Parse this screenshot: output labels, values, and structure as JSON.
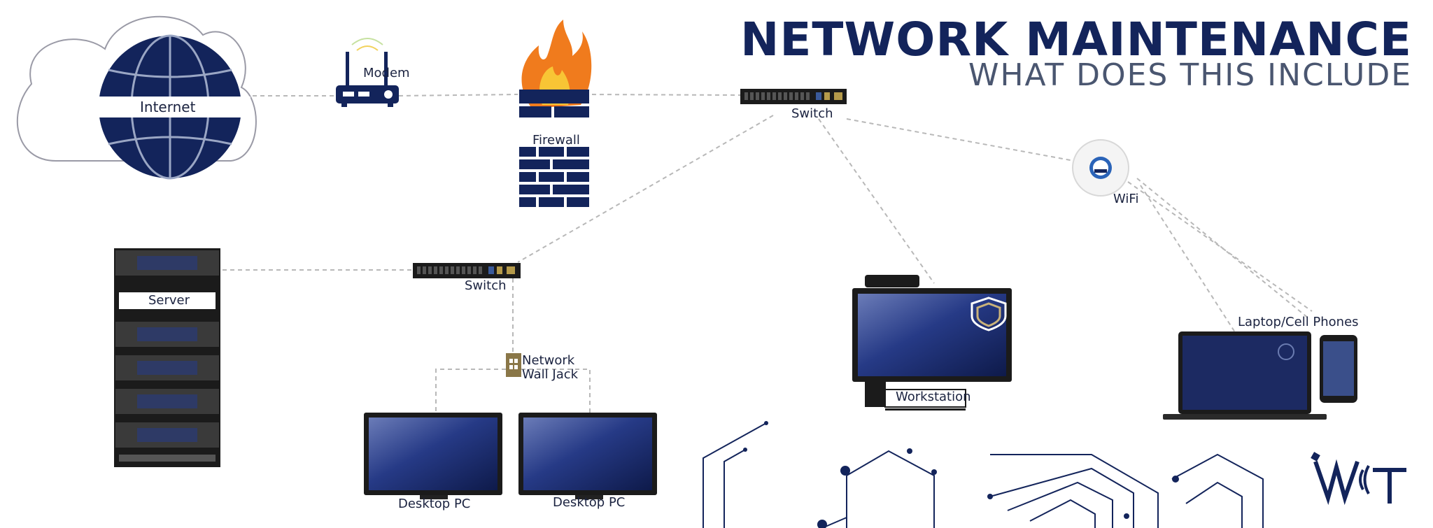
{
  "header": {
    "title": "NETWORK MAINTENANCE",
    "subtitle": "WHAT DOES THIS INCLUDE"
  },
  "nodes": {
    "internet": "Internet",
    "modem": "Modem",
    "firewall": "Firewall",
    "switch_top": "Switch",
    "wifi": "WiFi",
    "server": "Server",
    "switch_mid": "Switch",
    "wall_jack": "Network Wall Jack",
    "desktop_1": "Desktop PC",
    "desktop_2": "Desktop PC",
    "workstation": "Workstation",
    "laptop_phones": "Laptop/Cell Phones"
  },
  "colors": {
    "navy": "#13245b",
    "slate": "#4a5670",
    "line": "#b8b8b8",
    "flame_orange": "#f07b1d",
    "flame_yellow": "#f8c535",
    "jack_gold": "#8a7748"
  },
  "logo": {
    "text": "WT"
  }
}
